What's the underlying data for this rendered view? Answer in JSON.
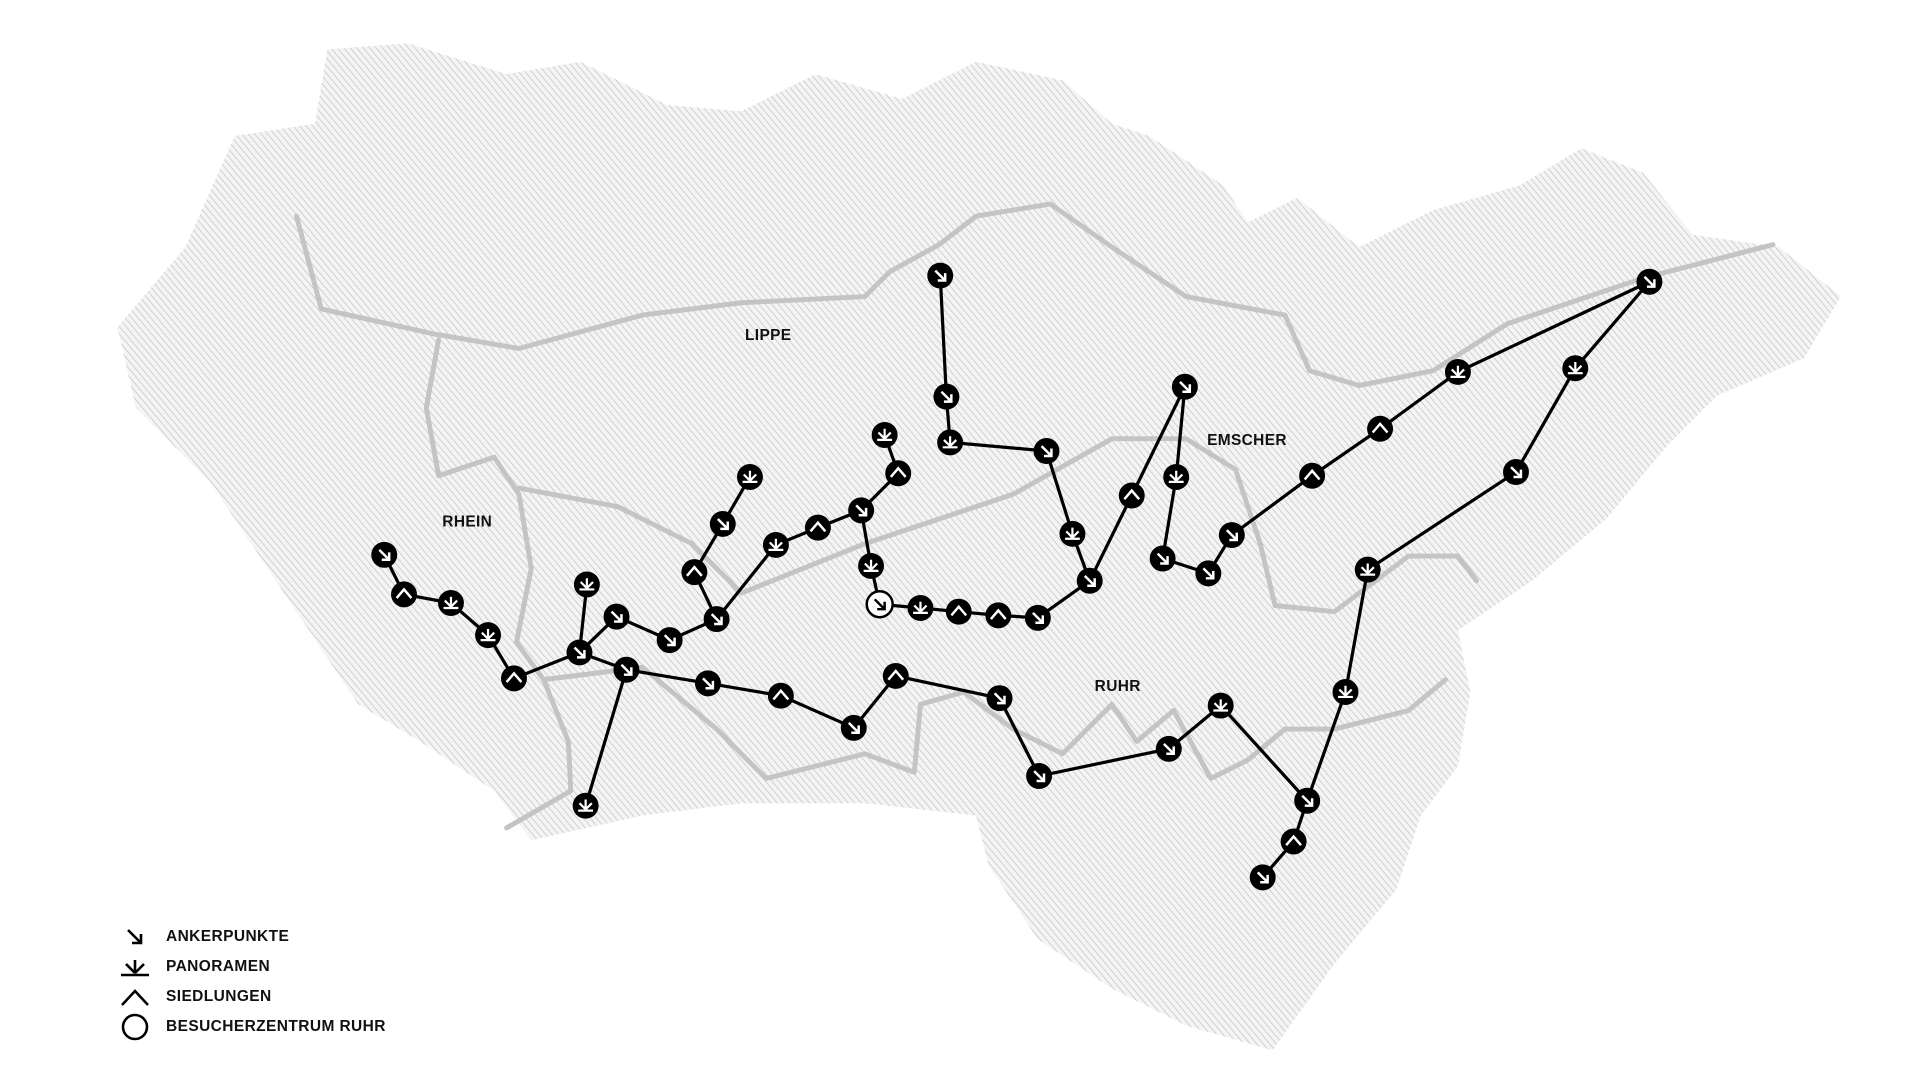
{
  "map": {
    "rivers": [
      {
        "name": "LIPPE"
      },
      {
        "name": "RHEIN"
      },
      {
        "name": "EMSCHER"
      },
      {
        "name": "RUHR"
      }
    ],
    "colors": {
      "region": "#b8b8b8",
      "river": "#c4c4c4",
      "marker": "#000000",
      "route": "#000000"
    },
    "node_types": [
      "A",
      "S",
      "P",
      "P",
      "S",
      "A",
      "P",
      "A",
      "A",
      "A",
      "S",
      "A",
      "P",
      "P",
      "S",
      "A",
      "S",
      "P",
      "P",
      "B",
      "P",
      "S",
      "S",
      "A",
      "A",
      "P",
      "A",
      "P",
      "A",
      "A",
      "S",
      "A",
      "P",
      "A",
      "A",
      "A",
      "S",
      "S",
      "P",
      "A",
      "P",
      "A",
      "P",
      "P",
      "A",
      "S",
      "A",
      "P",
      "A",
      "A",
      "A",
      "S",
      "A",
      "S",
      "A",
      "A",
      "P"
    ]
  },
  "legend": {
    "items": [
      {
        "icon": "anchor-arrow-icon",
        "label": "ANKERPUNKTE"
      },
      {
        "icon": "panorama-icon",
        "label": "PANORAMEN"
      },
      {
        "icon": "settlement-roof-icon",
        "label": "SIEDLUNGEN"
      },
      {
        "icon": "visitor-center-circle-icon",
        "label": "BESUCHERZENTRUM RUHR"
      }
    ]
  }
}
